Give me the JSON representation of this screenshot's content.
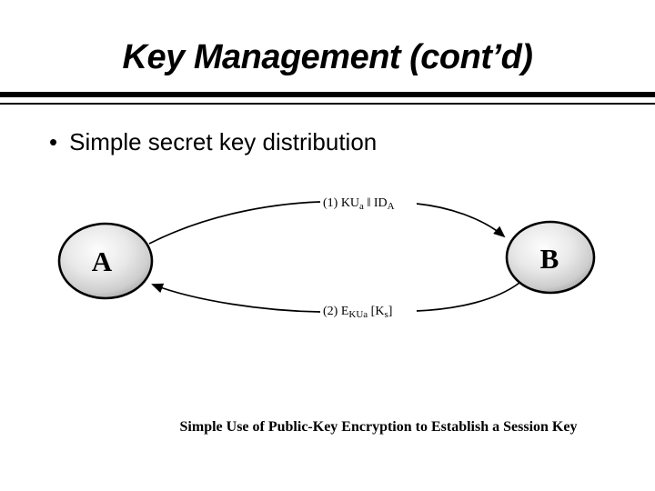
{
  "slide": {
    "title": "Key Management (cont’d)",
    "bullet_glyph": "•",
    "bullet_text": "Simple secret key distribution",
    "caption": "Simple Use of Public-Key Encryption to Establish a Session Key"
  },
  "diagram": {
    "node_a": "A",
    "node_b": "B",
    "msg1": {
      "p1": "(1) KU",
      "s1": "a",
      "p2": " ‖ ID",
      "s2": "A"
    },
    "msg2": {
      "p1": "(2) E",
      "s1": "KUa",
      "p2": " [K",
      "s2": "s",
      "p3": "]"
    }
  },
  "colors": {
    "background": "#ffffff",
    "text": "#000000",
    "rule": "#000000",
    "line": "#000000",
    "ball_highlight": "#fdfdfd",
    "ball_mid": "#d9d9d9",
    "ball_edge": "#9e9e9e"
  }
}
